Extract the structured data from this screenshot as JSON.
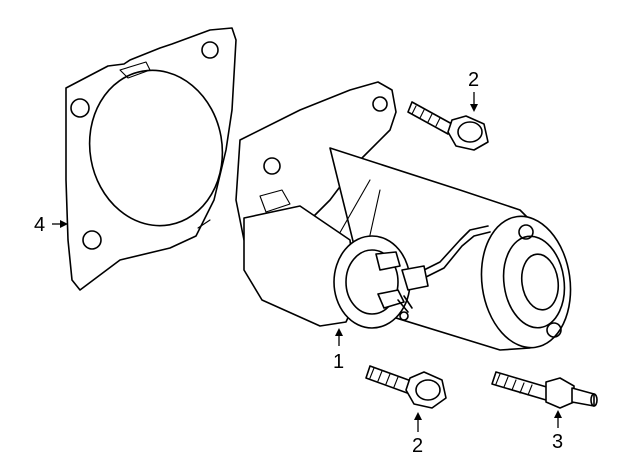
{
  "diagram": {
    "callouts": [
      {
        "id": "starter",
        "label": "1"
      },
      {
        "id": "upper-bolt",
        "label": "2"
      },
      {
        "id": "lower-bolt",
        "label": "2"
      },
      {
        "id": "stud",
        "label": "3"
      },
      {
        "id": "shield",
        "label": "4"
      }
    ]
  }
}
